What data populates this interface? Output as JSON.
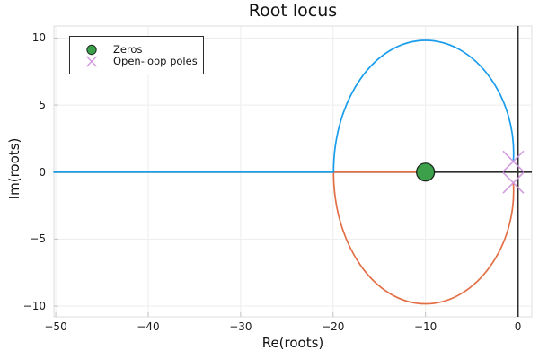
{
  "legend": {
    "items": [
      {
        "label": "Zeros",
        "marker": "circle"
      },
      {
        "label": "Open-loop poles",
        "marker": "x"
      }
    ]
  },
  "colors": {
    "branch1": "#199ceb",
    "branch2": "#e26f46",
    "zero_fill": "#3ca04b",
    "zero_edge": "#17401f",
    "pole": "#cf93dd",
    "axis_line": "#2d2d2d",
    "grid": "#ededed",
    "frame": "#dcdcdc",
    "tick": "#c4c4c4",
    "text": "#1a1a1a"
  },
  "chart_data": {
    "type": "line",
    "title": "Root locus",
    "xlabel": "Re(roots)",
    "ylabel": "Im(roots)",
    "xlim": [
      -50.2,
      1.5
    ],
    "ylim": [
      -10.8,
      10.9
    ],
    "x_ticks": [
      -50,
      -40,
      -30,
      -20,
      -10,
      0
    ],
    "y_ticks": [
      10,
      5,
      0,
      -5,
      -10
    ],
    "grid": true,
    "legend_position": "top-left",
    "zeros": [
      {
        "re": -10,
        "im": 0
      }
    ],
    "poles": [
      {
        "re": -0.5,
        "im": 0.8
      },
      {
        "re": -0.5,
        "im": -0.8
      }
    ],
    "circle": {
      "center_re": -10,
      "center_im": 0,
      "radius_re": 9.95,
      "radius_im": 9.83
    },
    "break_in_re": -19.95,
    "axis_cross": {
      "vline_x": 0,
      "hline_y": 0
    },
    "branches": [
      {
        "name": "branch-1",
        "color_key": "branch1",
        "segments": [
          "real-axis ray from left edge (-50.2) to break-in -19.95",
          "upper semicircle from break-in to pole -0.5+0.8i"
        ]
      },
      {
        "name": "branch-2",
        "color_key": "branch2",
        "segments": [
          "lower semicircle from pole -0.5-0.8i to break-in -19.95",
          "real-axis segment from break-in to zero -10"
        ]
      }
    ]
  }
}
